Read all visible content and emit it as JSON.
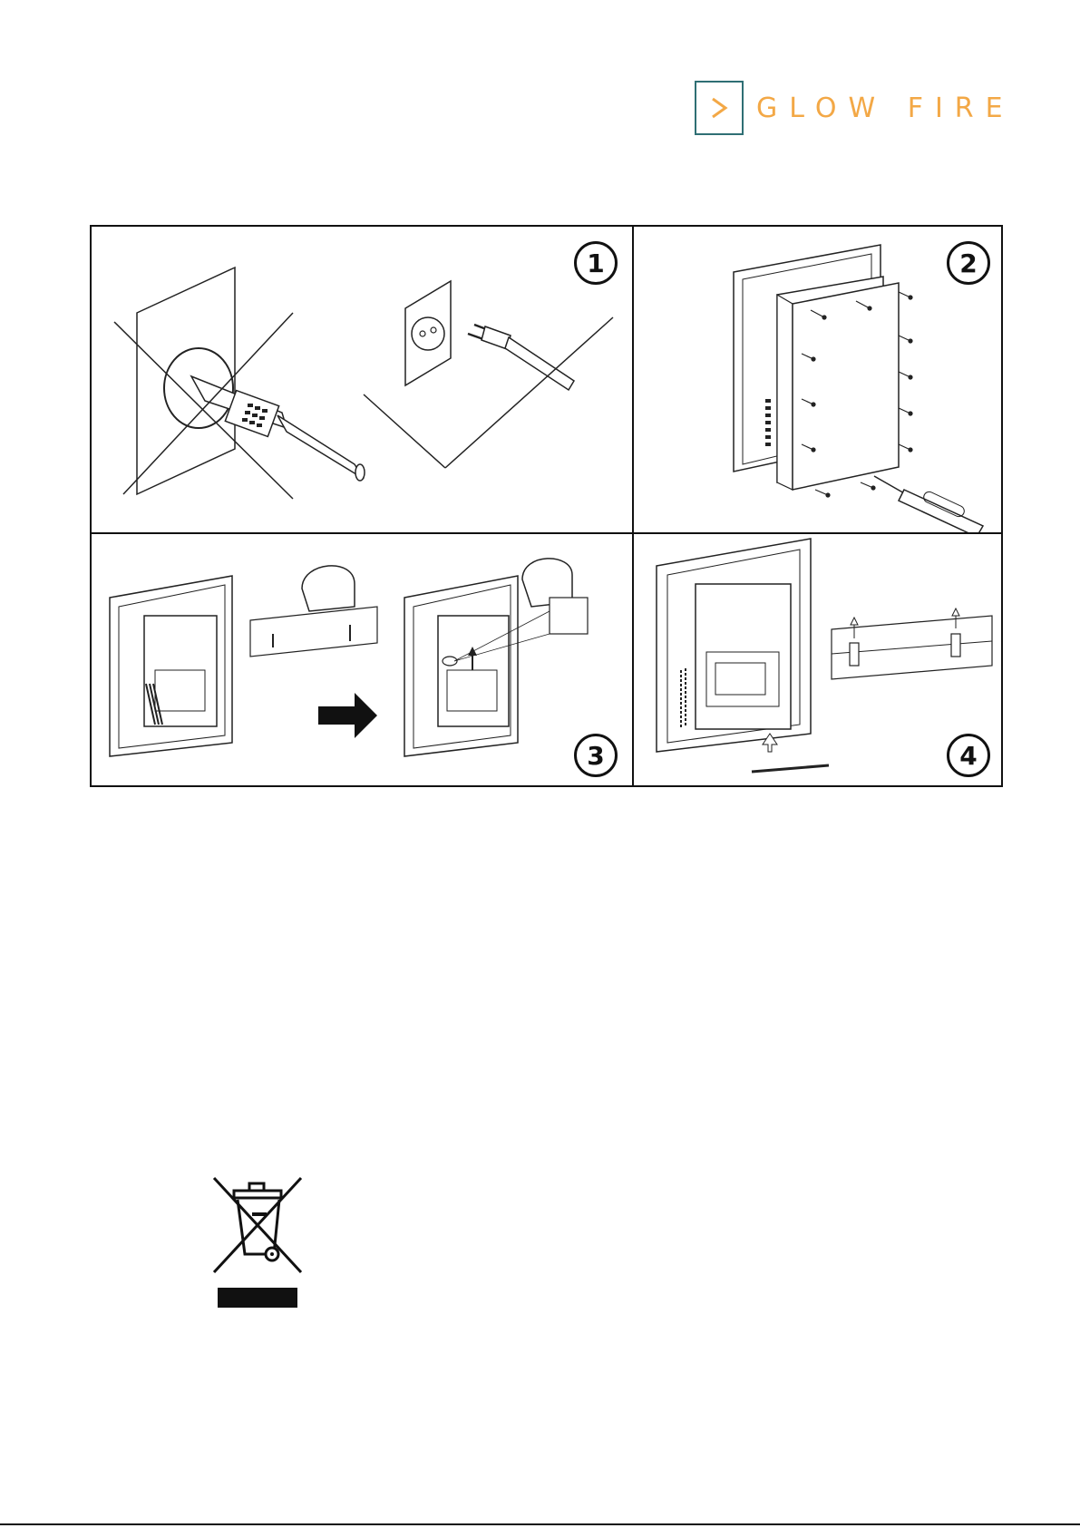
{
  "brand": {
    "logo_text": "GLOW FIRE",
    "colors": {
      "teal": "#2f6f74",
      "orange": "#f3a846"
    }
  },
  "steps": [
    {
      "number": "1"
    },
    {
      "number": "2"
    },
    {
      "number": "3"
    },
    {
      "number": "4"
    }
  ],
  "icons": {
    "weee": "crossed-out-wheelie-bin-icon"
  }
}
